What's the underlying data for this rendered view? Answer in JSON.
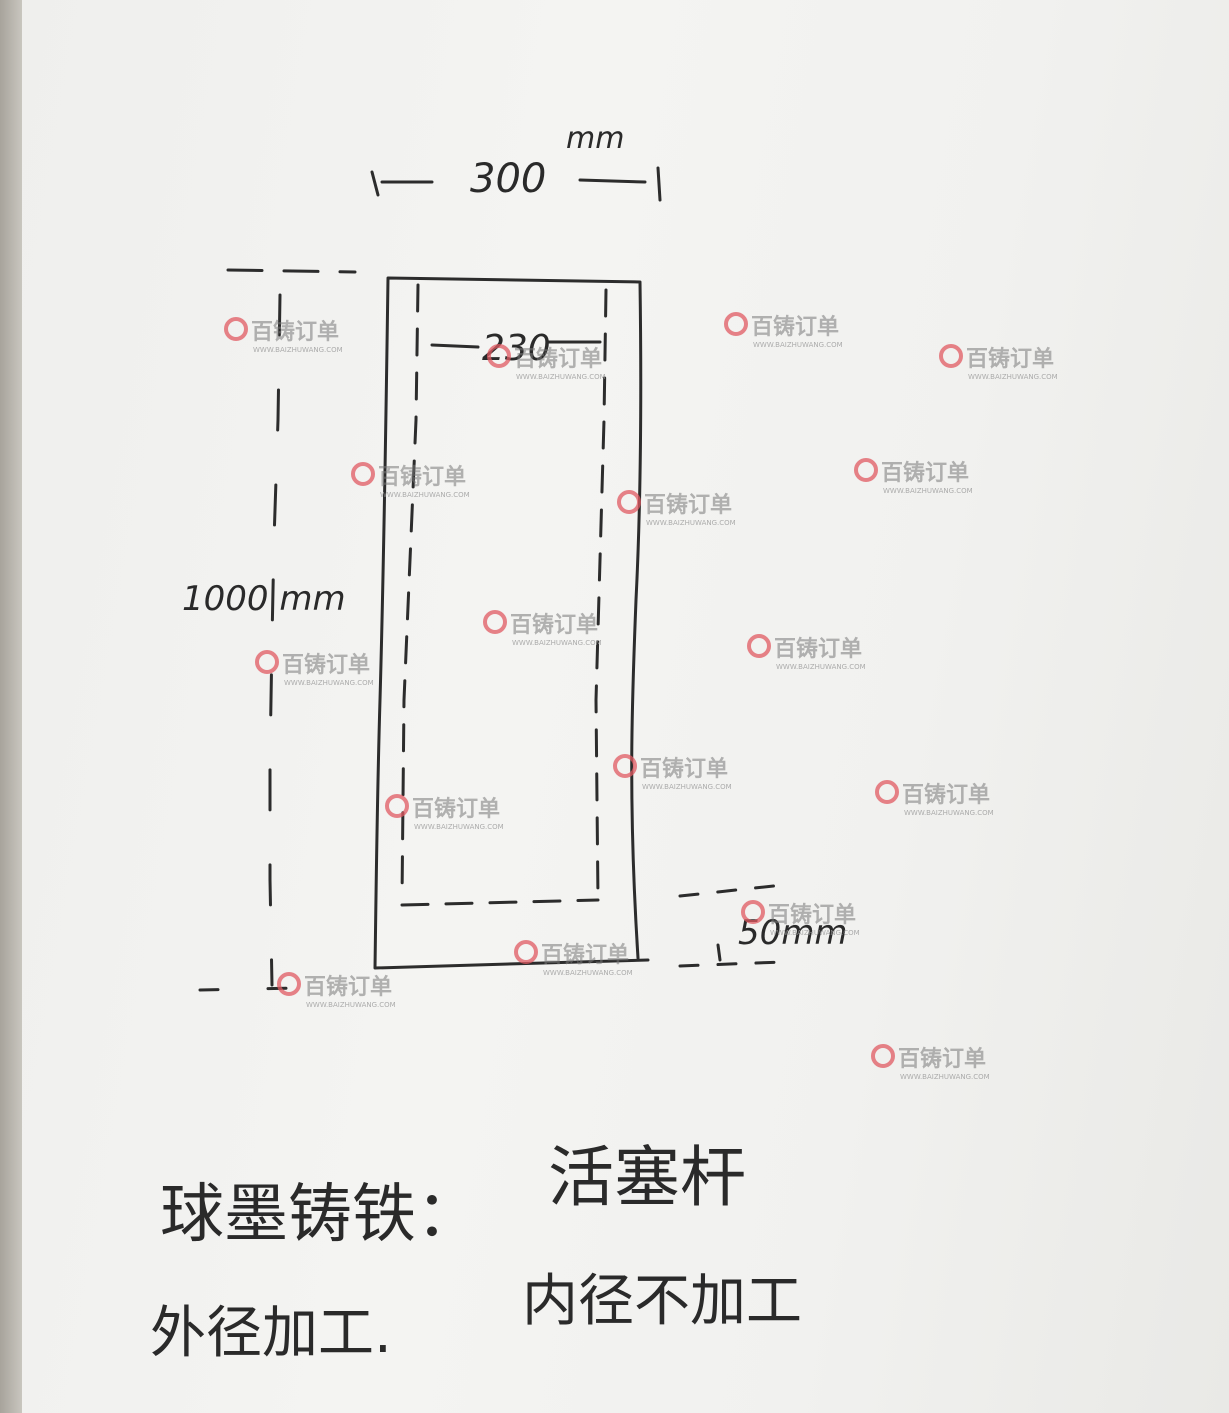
{
  "drawing": {
    "dim_width": "300",
    "dim_width_unit": "mm",
    "dim_inner": "230",
    "dim_height": "1000 mm",
    "dim_wall": "50mm",
    "material_line": "球墨铸铁：",
    "part_name": "活塞杆",
    "note_outer": "外径加工.",
    "note_inner": "内径不加工"
  },
  "watermark": {
    "brand": "百铸订单",
    "url": "WWW.BAIZHUWANG.COM",
    "color": "#e05a62"
  }
}
